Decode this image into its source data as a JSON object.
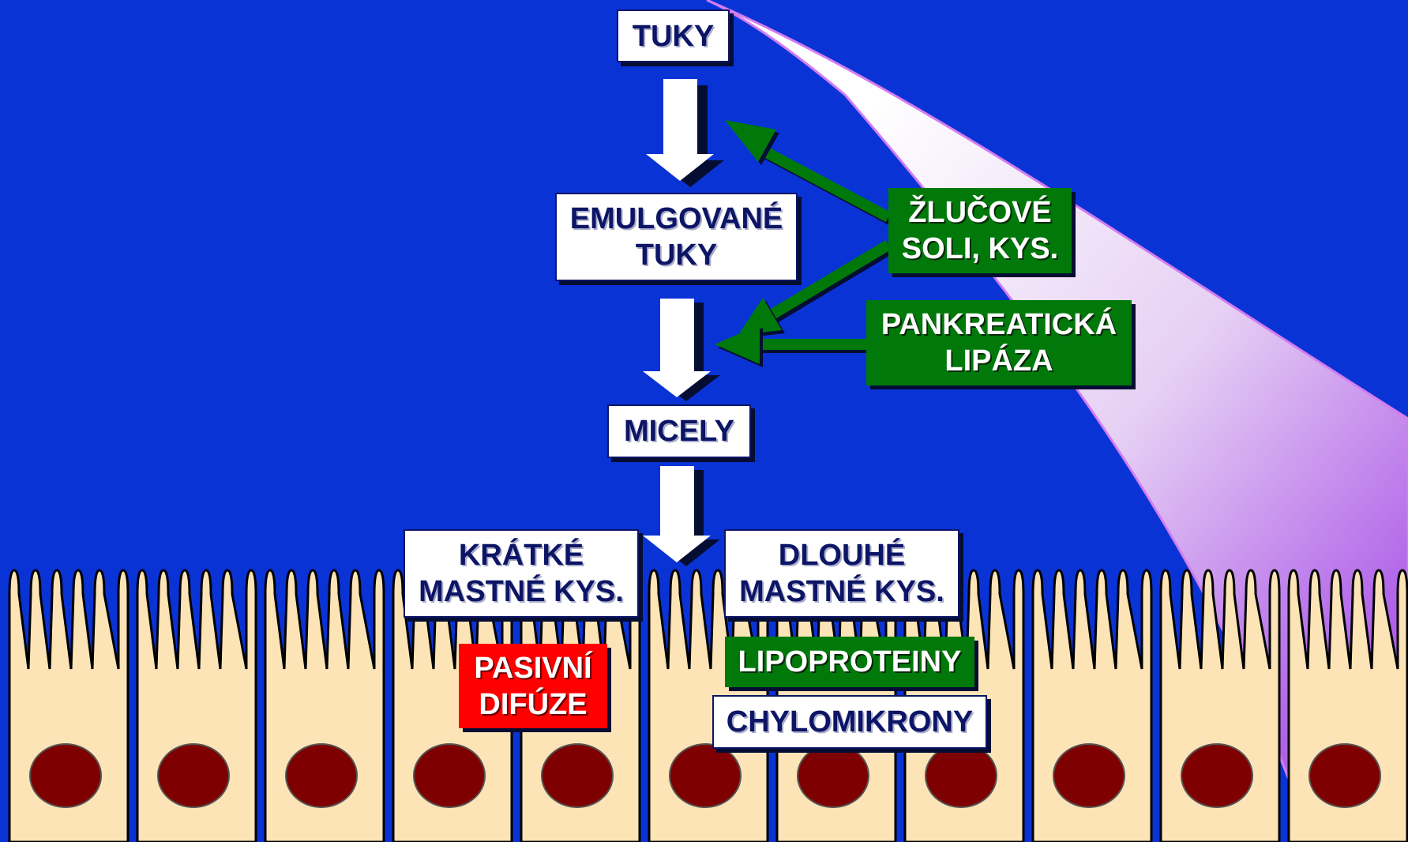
{
  "colors": {
    "background": "#0a33d6",
    "cell": "#fde4b6",
    "nucleus": "#7f0000",
    "agent_green": "#00790a",
    "passive_red": "#ff0000",
    "label_text": "#0d1566"
  },
  "nodes": {
    "fats": "TUKY",
    "emulsified": [
      "EMULGOVANÉ",
      "TUKY"
    ],
    "micelles": "MICELY",
    "short_fa": [
      "KRÁTKÉ",
      "MASTNÉ KYS."
    ],
    "long_fa": [
      "DLOUHÉ",
      "MASTNÉ KYS."
    ]
  },
  "agents": {
    "bile": [
      "ŽLUČOVÉ",
      "SOLI, KYS."
    ],
    "lipase": [
      "PANKREATICKÁ",
      "LIPÁZA"
    ]
  },
  "processes": {
    "passive": [
      "PASIVNÍ",
      "DIFÚZE"
    ],
    "lipoproteins": "LIPOPROTEINY",
    "chylomicrons": "CHYLOMIKRONY"
  },
  "epithelium": {
    "cell_count": 11,
    "villi_per_cell": 5
  }
}
